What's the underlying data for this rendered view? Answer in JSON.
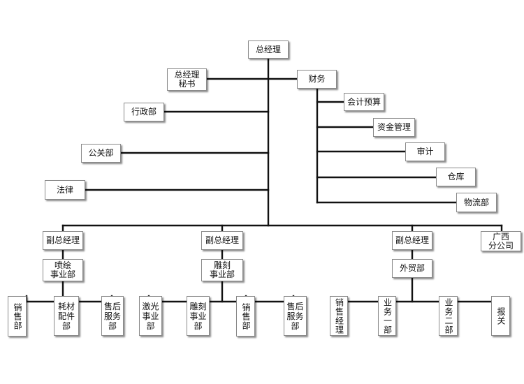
{
  "org": {
    "ceo": "总经理",
    "ceo_secretary": "总经理\n秘书",
    "finance": "财务",
    "accounting_budget": "会计预算",
    "fund_management": "资金管理",
    "audit": "审计",
    "warehouse": "仓库",
    "logistics": "物流部",
    "admin": "行政部",
    "pr": "公关部",
    "legal": "法律",
    "vp_1": "副总经理",
    "vp_2": "副总经理",
    "vp_3": "副总经理",
    "guangxi_branch": "广西\n分公司",
    "painting_division": "喷绘\n事业部",
    "engraving_division": "雕刻\n事业部",
    "foreign_trade": "外贸部",
    "sales_1": "销售部",
    "consumables": "耗材\n配件\n部",
    "after_sales_1": "售后\n服务\n部",
    "laser_division": "激光\n事业\n部",
    "engraving_sub": "雕刻\n事业\n部",
    "sales_2": "销售部",
    "after_sales_2": "售后\n服务\n部",
    "sales_manager": "销售经理",
    "business_1": "业务一部",
    "business_2": "业务二部",
    "customs": "报关"
  }
}
